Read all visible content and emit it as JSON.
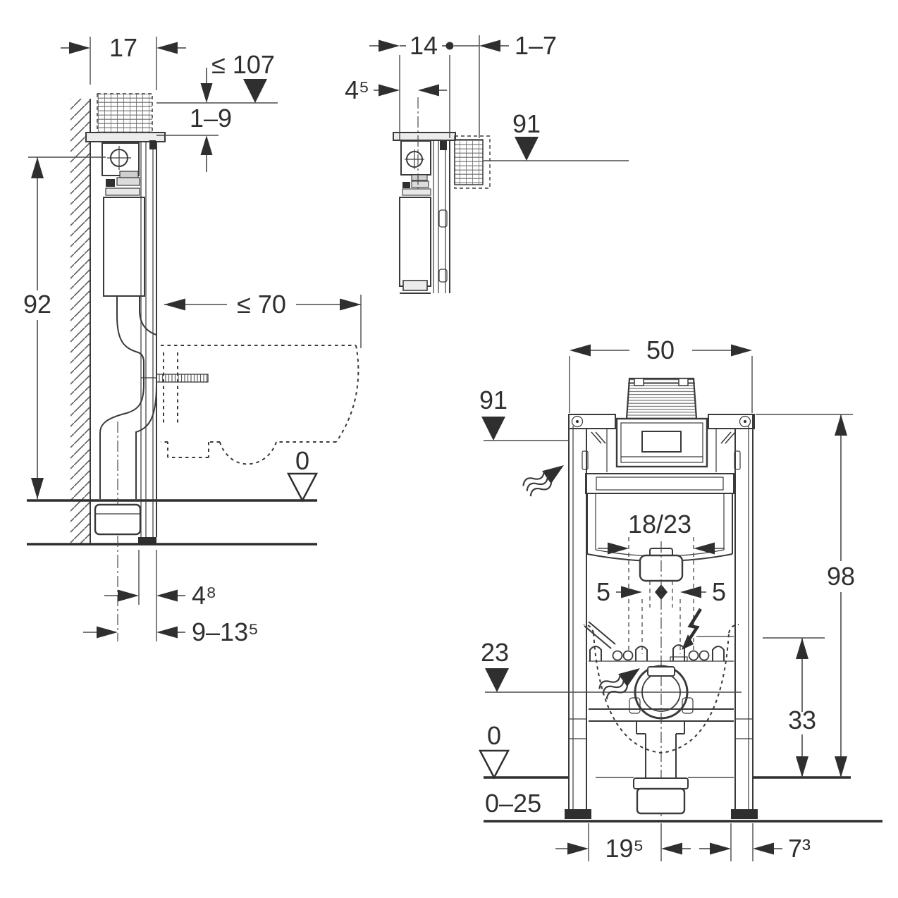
{
  "side_view": {
    "labels": {
      "frame_depth": "17",
      "top_edge_max_height": "≤ 107",
      "trim_range": "1–9",
      "supply_height": "92",
      "pan_depth_max": "≤ 70",
      "floor_level": "0",
      "outlet_offset": "4⁸",
      "outlet_range": "9–13⁵"
    }
  },
  "detail_view": {
    "labels": {
      "supply_offset": "4⁵",
      "cistern_depth": "14",
      "wall_finish_range": "1–7",
      "actuator_height": "91"
    }
  },
  "front_view": {
    "labels": {
      "frame_width": "50",
      "actuator_height": "91",
      "frame_height": "98",
      "bolt_spacing": "18/23",
      "offset_left": "5",
      "offset_right": "5",
      "outlet_height": "23",
      "bracket_height": "33",
      "floor_level": "0",
      "floor_buildup": "0–25",
      "foot_offset": "19⁵",
      "foot_width": "7³"
    }
  },
  "symbols": {
    "water_supply": "wavy-arrow",
    "flush_discharge": "wavy-arrow",
    "electrical_connection": "lightning-arrow",
    "level_marker_filled": "filled-triangle",
    "level_marker_open": "open-triangle"
  },
  "colors": {
    "line": "#3a3a3a",
    "dimension": "#4a4a4a",
    "text": "#2f2f2f",
    "background": "#ffffff",
    "light_fill": "#ececec"
  }
}
